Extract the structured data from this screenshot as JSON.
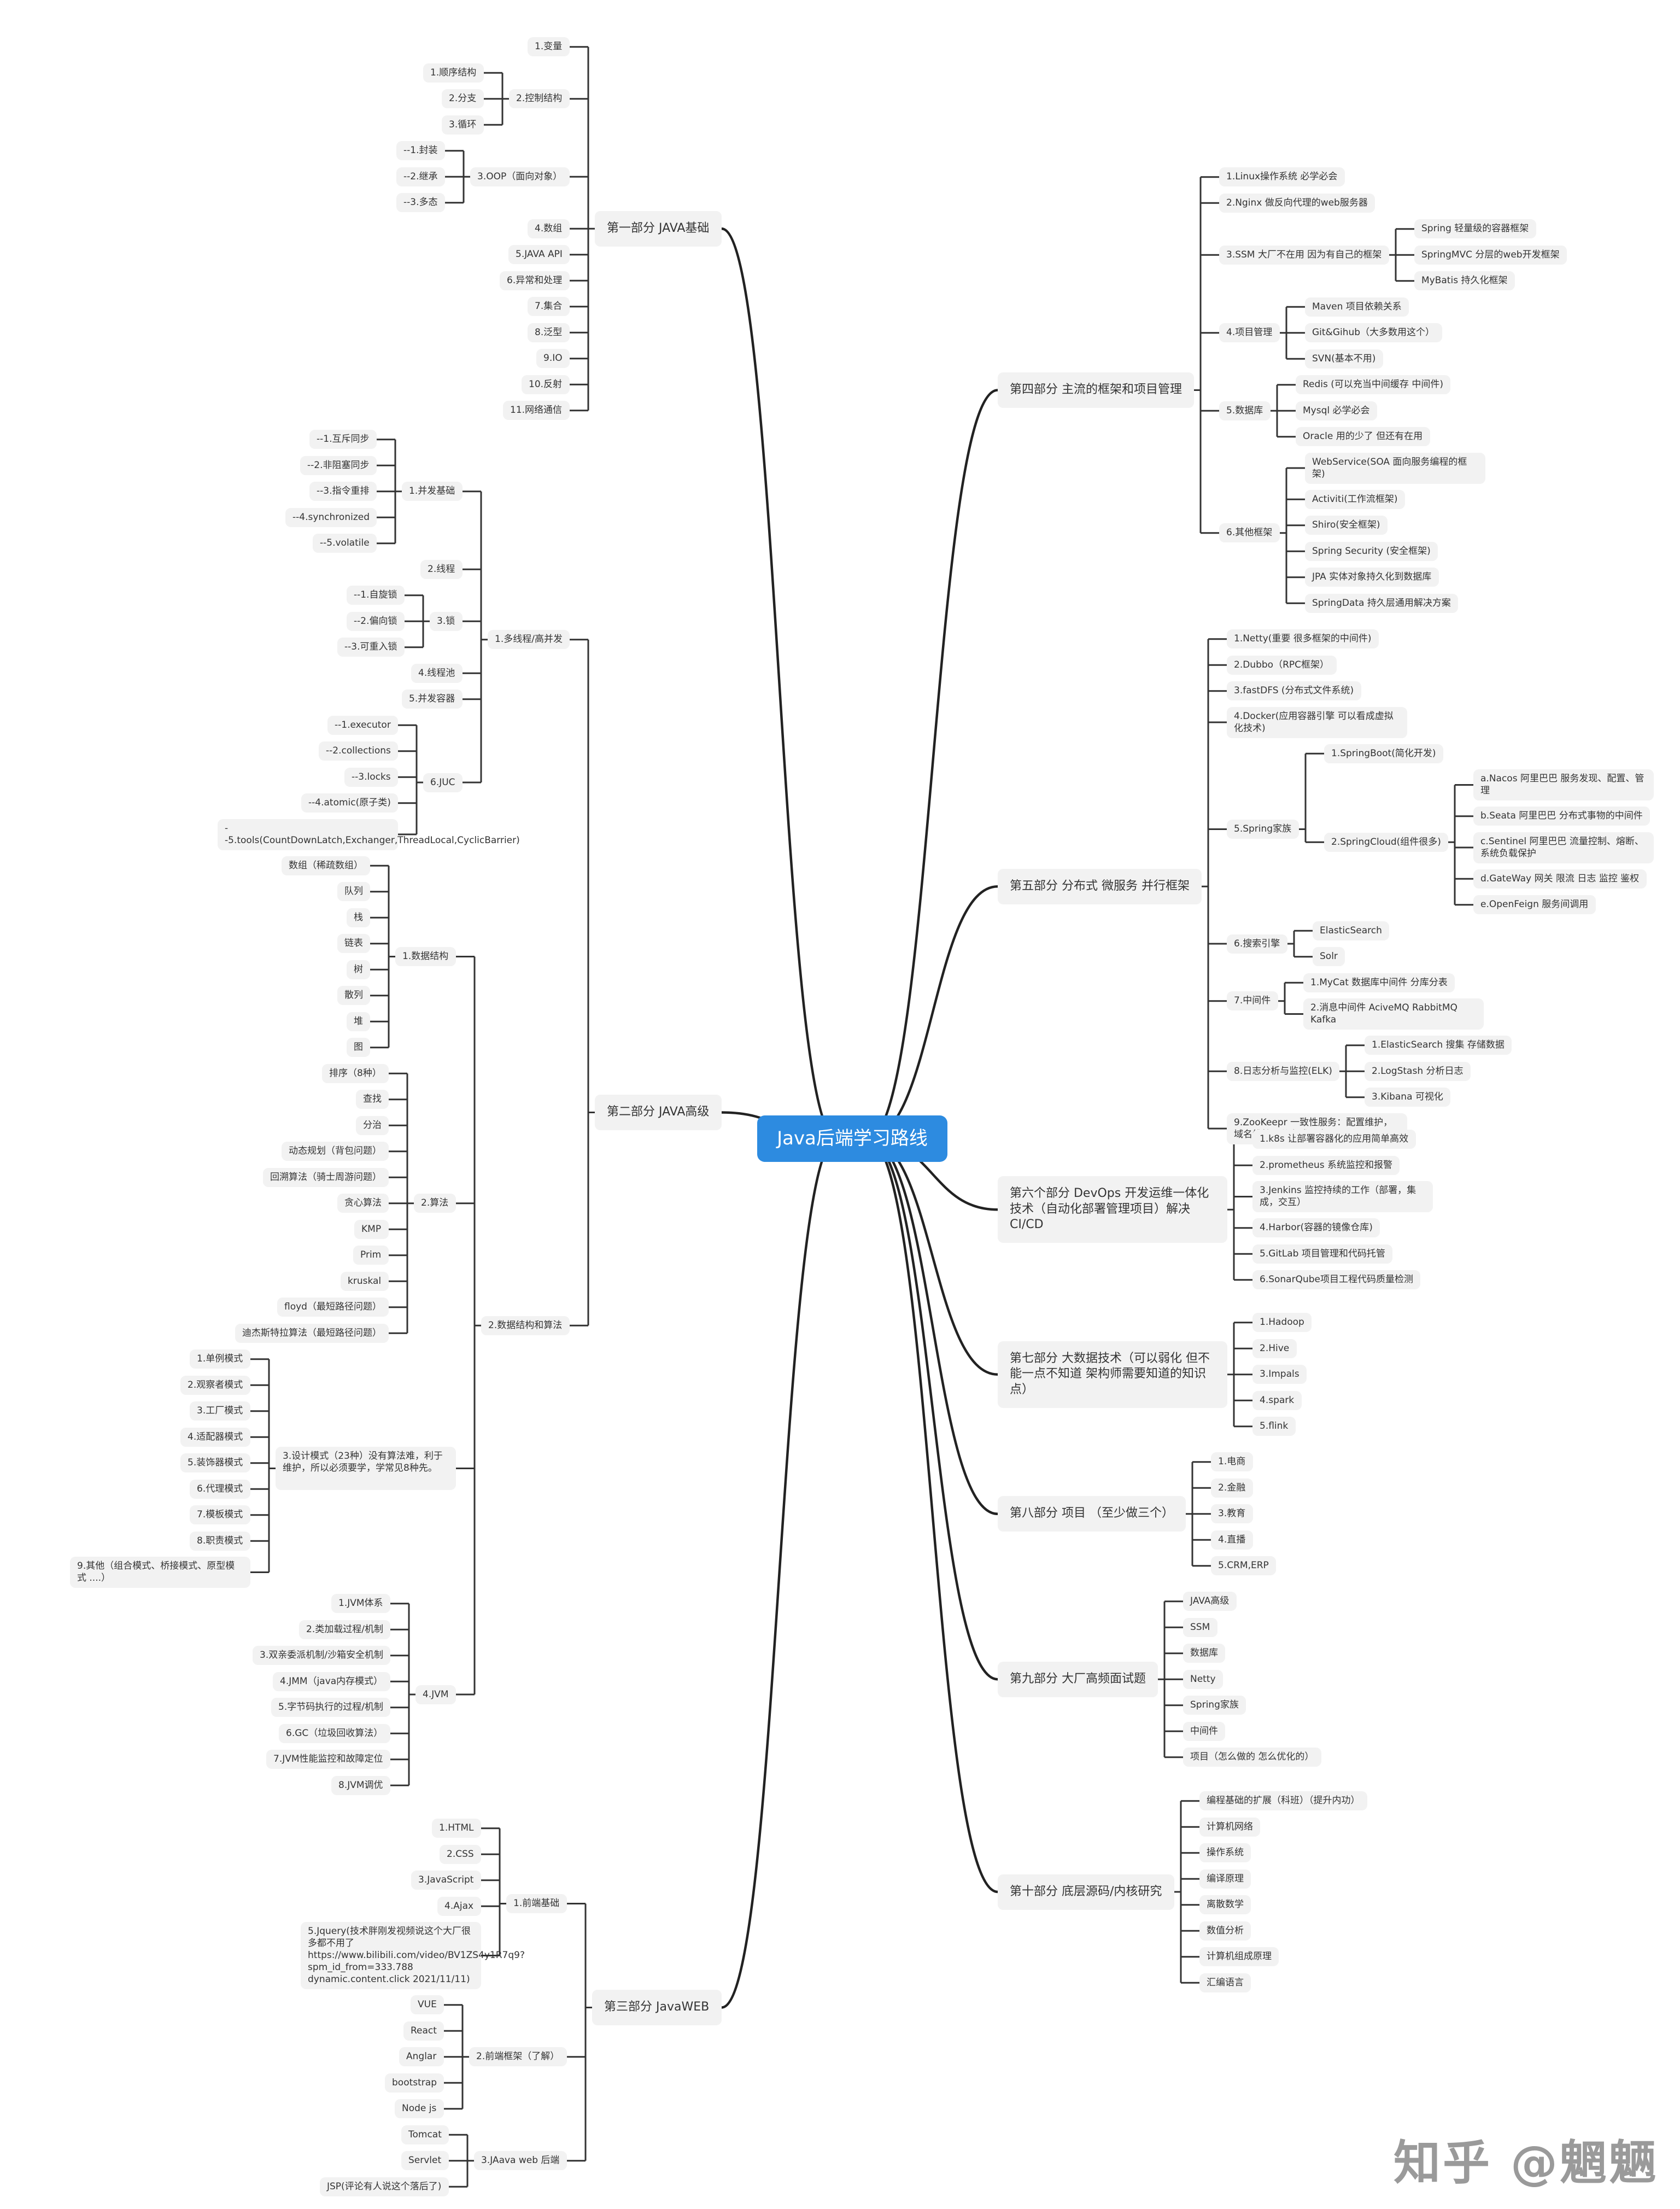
{
  "root": "Java后端学习路线",
  "watermark": "知乎 @魍魉",
  "left": [
    {
      "label": "第一部分 JAVA基础",
      "children": [
        {
          "label": "1.变量"
        },
        {
          "label": "2.控制结构",
          "children": [
            {
              "label": "1.顺序结构"
            },
            {
              "label": "2.分支"
            },
            {
              "label": "3.循环"
            }
          ]
        },
        {
          "label": "3.OOP（面向对象）",
          "children": [
            {
              "label": "--1.封装"
            },
            {
              "label": "--2.继承"
            },
            {
              "label": "--3.多态"
            }
          ]
        },
        {
          "label": "4.数组"
        },
        {
          "label": "5.JAVA API"
        },
        {
          "label": "6.异常和处理"
        },
        {
          "label": "7.集合"
        },
        {
          "label": "8.泛型"
        },
        {
          "label": "9.IO"
        },
        {
          "label": "10.反射"
        },
        {
          "label": "11.网络通信"
        }
      ]
    },
    {
      "label": "第二部分 JAVA高级",
      "children": [
        {
          "label": "1.多线程/高并发",
          "children": [
            {
              "label": "1.并发基础",
              "children": [
                {
                  "label": "--1.互斥同步"
                },
                {
                  "label": "--2.非阻塞同步"
                },
                {
                  "label": "--3.指令重排"
                },
                {
                  "label": "--4.synchronized"
                },
                {
                  "label": "--5.volatile"
                }
              ]
            },
            {
              "label": "2.线程"
            },
            {
              "label": "3.锁",
              "children": [
                {
                  "label": "--1.自旋锁"
                },
                {
                  "label": "--2.偏向锁"
                },
                {
                  "label": "--3.可重入锁"
                }
              ]
            },
            {
              "label": "4.线程池"
            },
            {
              "label": "5.并发容器"
            },
            {
              "label": "6.JUC",
              "children": [
                {
                  "label": "--1.executor"
                },
                {
                  "label": "--2.collections"
                },
                {
                  "label": "--3.locks"
                },
                {
                  "label": "--4.atomic(原子类)"
                },
                {
                  "label": "--5.tools(CountDownLatch,Exchanger,ThreadLocal,CyclicBarrier)"
                }
              ]
            }
          ]
        },
        {
          "label": "2.数据结构和算法",
          "children": [
            {
              "label": "1.数据结构",
              "children": [
                {
                  "label": "数组（稀疏数组）"
                },
                {
                  "label": "队列"
                },
                {
                  "label": "栈"
                },
                {
                  "label": "链表"
                },
                {
                  "label": "树"
                },
                {
                  "label": "散列"
                },
                {
                  "label": "堆"
                },
                {
                  "label": "图"
                }
              ]
            },
            {
              "label": "2.算法",
              "children": [
                {
                  "label": "排序（8种）"
                },
                {
                  "label": "查找"
                },
                {
                  "label": "分治"
                },
                {
                  "label": "动态规划（背包问题）"
                },
                {
                  "label": "回溯算法（骑士周游问题）"
                },
                {
                  "label": "贪心算法"
                },
                {
                  "label": "KMP"
                },
                {
                  "label": "Prim"
                },
                {
                  "label": "kruskal"
                },
                {
                  "label": "floyd（最短路径问题）"
                },
                {
                  "label": "迪杰斯特拉算法（最短路径问题）"
                }
              ]
            },
            {
              "label": "3.设计模式（23种）没有算法难，利于维护，所以必须要学，学常见8种先。",
              "children": [
                {
                  "label": "1.单例模式"
                },
                {
                  "label": "2.观察者模式"
                },
                {
                  "label": "3.工厂模式"
                },
                {
                  "label": "4.适配器模式"
                },
                {
                  "label": "5.装饰器模式"
                },
                {
                  "label": "6.代理模式"
                },
                {
                  "label": "7.模板模式"
                },
                {
                  "label": "8.职责模式"
                },
                {
                  "label": "9.其他（组合模式、桥接模式、原型模式 ....）"
                }
              ]
            },
            {
              "label": "4.JVM",
              "children": [
                {
                  "label": "1.JVM体系"
                },
                {
                  "label": "2.类加载过程/机制"
                },
                {
                  "label": "3.双亲委派机制/沙箱安全机制"
                },
                {
                  "label": "4.JMM（java内存模式）"
                },
                {
                  "label": "5.字节码执行的过程/机制"
                },
                {
                  "label": "6.GC（垃圾回收算法）"
                },
                {
                  "label": "7.JVM性能监控和故障定位"
                },
                {
                  "label": "8.JVM调优"
                }
              ]
            }
          ]
        }
      ]
    },
    {
      "label": "第三部分 JavaWEB",
      "children": [
        {
          "label": "1.前端基础",
          "children": [
            {
              "label": "1.HTML"
            },
            {
              "label": "2.CSS"
            },
            {
              "label": "3.JavaScript"
            },
            {
              "label": "4.Ajax"
            },
            {
              "label": "5.Jquery(技术胖刚发视频说这个大厂很多都不用了 https://www.bilibili.com/video/BV1ZS4y1R7q9?spm_id_from=333.788 dynamic.content.click 2021/11/11)"
            }
          ]
        },
        {
          "label": "2.前端框架（了解）",
          "children": [
            {
              "label": "VUE"
            },
            {
              "label": "React"
            },
            {
              "label": "Anglar"
            },
            {
              "label": "bootstrap"
            },
            {
              "label": "Node js"
            }
          ]
        },
        {
          "label": "3.JAava web 后端",
          "children": [
            {
              "label": "Tomcat"
            },
            {
              "label": "Servlet"
            },
            {
              "label": "JSP(评论有人说这个落后了)"
            }
          ]
        }
      ]
    }
  ],
  "right": [
    {
      "label": "第四部分 主流的框架和项目管理",
      "children": [
        {
          "label": "1.Linux操作系统 必学必会"
        },
        {
          "label": "2.Nginx 做反向代理的web服务器"
        },
        {
          "label": "3.SSM 大厂不在用 因为有自己的框架",
          "children": [
            {
              "label": "Spring 轻量级的容器框架"
            },
            {
              "label": "SpringMVC 分层的web开发框架"
            },
            {
              "label": "MyBatis 持久化框架"
            }
          ]
        },
        {
          "label": "4.项目管理",
          "children": [
            {
              "label": "Maven 项目依赖关系"
            },
            {
              "label": "Git&Gihub（大多数用这个）"
            },
            {
              "label": "SVN(基本不用)"
            }
          ]
        },
        {
          "label": "5.数据库",
          "children": [
            {
              "label": "Redis (可以充当中间缓存 中间件)"
            },
            {
              "label": "Mysql 必学必会"
            },
            {
              "label": "Oracle 用的少了 但还有在用"
            }
          ]
        },
        {
          "label": "6.其他框架",
          "children": [
            {
              "label": "WebService(SOA 面向服务编程的框架)"
            },
            {
              "label": "Activiti(工作流框架)"
            },
            {
              "label": "Shiro(安全框架)"
            },
            {
              "label": "Spring Security (安全框架)"
            },
            {
              "label": "JPA 实体对象持久化到数据库"
            },
            {
              "label": "SpringData 持久层通用解决方案"
            }
          ]
        }
      ]
    },
    {
      "label": "第五部分 分布式 微服务 并行框架",
      "children": [
        {
          "label": "1.Netty(重要 很多框架的中间件)"
        },
        {
          "label": "2.Dubbo（RPC框架）"
        },
        {
          "label": "3.fastDFS (分布式文件系统)"
        },
        {
          "label": "4.Docker(应用容器引擎 可以看成虚拟化技术)"
        },
        {
          "label": "5.Spring家族",
          "children": [
            {
              "label": "1.SpringBoot(简化开发)"
            },
            {
              "label": "2.SpringCloud(组件很多)",
              "children": [
                {
                  "label": "a.Nacos 阿里巴巴 服务发现、配置、管理"
                },
                {
                  "label": "b.Seata 阿里巴巴 分布式事物的中间件"
                },
                {
                  "label": "c.Sentinel 阿里巴巴 流量控制、熔断、系统负载保护"
                },
                {
                  "label": "d.GateWay 网关 限流 日志 监控 鉴权"
                },
                {
                  "label": "e.OpenFeign 服务间调用"
                }
              ]
            }
          ]
        },
        {
          "label": "6.搜索引擎",
          "children": [
            {
              "label": "ElasticSearch"
            },
            {
              "label": "Solr"
            }
          ]
        },
        {
          "label": "7.中间件",
          "children": [
            {
              "label": "1.MyCat 数据库中间件 分库分表"
            },
            {
              "label": "2.消息中间件 AciveMQ RabbitMQ Kafka"
            }
          ]
        },
        {
          "label": "8.日志分析与监控(ELK)",
          "children": [
            {
              "label": "1.ElasticSearch 搜集 存储数据"
            },
            {
              "label": "2.LogStash 分析日志"
            },
            {
              "label": "3.Kibana 可视化"
            }
          ]
        },
        {
          "label": "9.ZooKeepr 一致性服务：配置维护，域名维护，分布式同步"
        }
      ]
    },
    {
      "label": "第六个部分 DevOps 开发运维一体化技术（自动化部署管理项目）解决CI/CD",
      "children": [
        {
          "label": "1.k8s 让部署容器化的应用简单高效"
        },
        {
          "label": "2.prometheus 系统监控和报警"
        },
        {
          "label": "3.Jenkins 监控持续的工作（部署，集成，交互）"
        },
        {
          "label": "4.Harbor(容器的镜像仓库)"
        },
        {
          "label": "5.GitLab 项目管理和代码托管"
        },
        {
          "label": "6.SonarQube项目工程代码质量检测"
        }
      ]
    },
    {
      "label": "第七部分 大数据技术（可以弱化 但不能一点不知道 架构师需要知道的知识点）",
      "children": [
        {
          "label": "1.Hadoop"
        },
        {
          "label": "2.Hive"
        },
        {
          "label": "3.Impals"
        },
        {
          "label": "4.spark"
        },
        {
          "label": "5.flink"
        }
      ]
    },
    {
      "label": "第八部分 项目 （至少做三个）",
      "children": [
        {
          "label": "1.电商"
        },
        {
          "label": "2.金融"
        },
        {
          "label": "3.教育"
        },
        {
          "label": "4.直播"
        },
        {
          "label": "5.CRM,ERP"
        }
      ]
    },
    {
      "label": "第九部分 大厂高频面试题",
      "children": [
        {
          "label": "JAVA高级"
        },
        {
          "label": "SSM"
        },
        {
          "label": "数据库"
        },
        {
          "label": "Netty"
        },
        {
          "label": "Spring家族"
        },
        {
          "label": "中间件"
        },
        {
          "label": "项目（怎么做的 怎么优化的）"
        }
      ]
    },
    {
      "label": "第十部分 底层源码/内核研究",
      "children": [
        {
          "label": "编程基础的扩展（科班）（提升内功）"
        },
        {
          "label": "计算机网络"
        },
        {
          "label": "操作系统"
        },
        {
          "label": "编译原理"
        },
        {
          "label": "离散数学"
        },
        {
          "label": "数值分析"
        },
        {
          "label": "计算机组成原理"
        },
        {
          "label": "汇编语言"
        }
      ]
    }
  ]
}
